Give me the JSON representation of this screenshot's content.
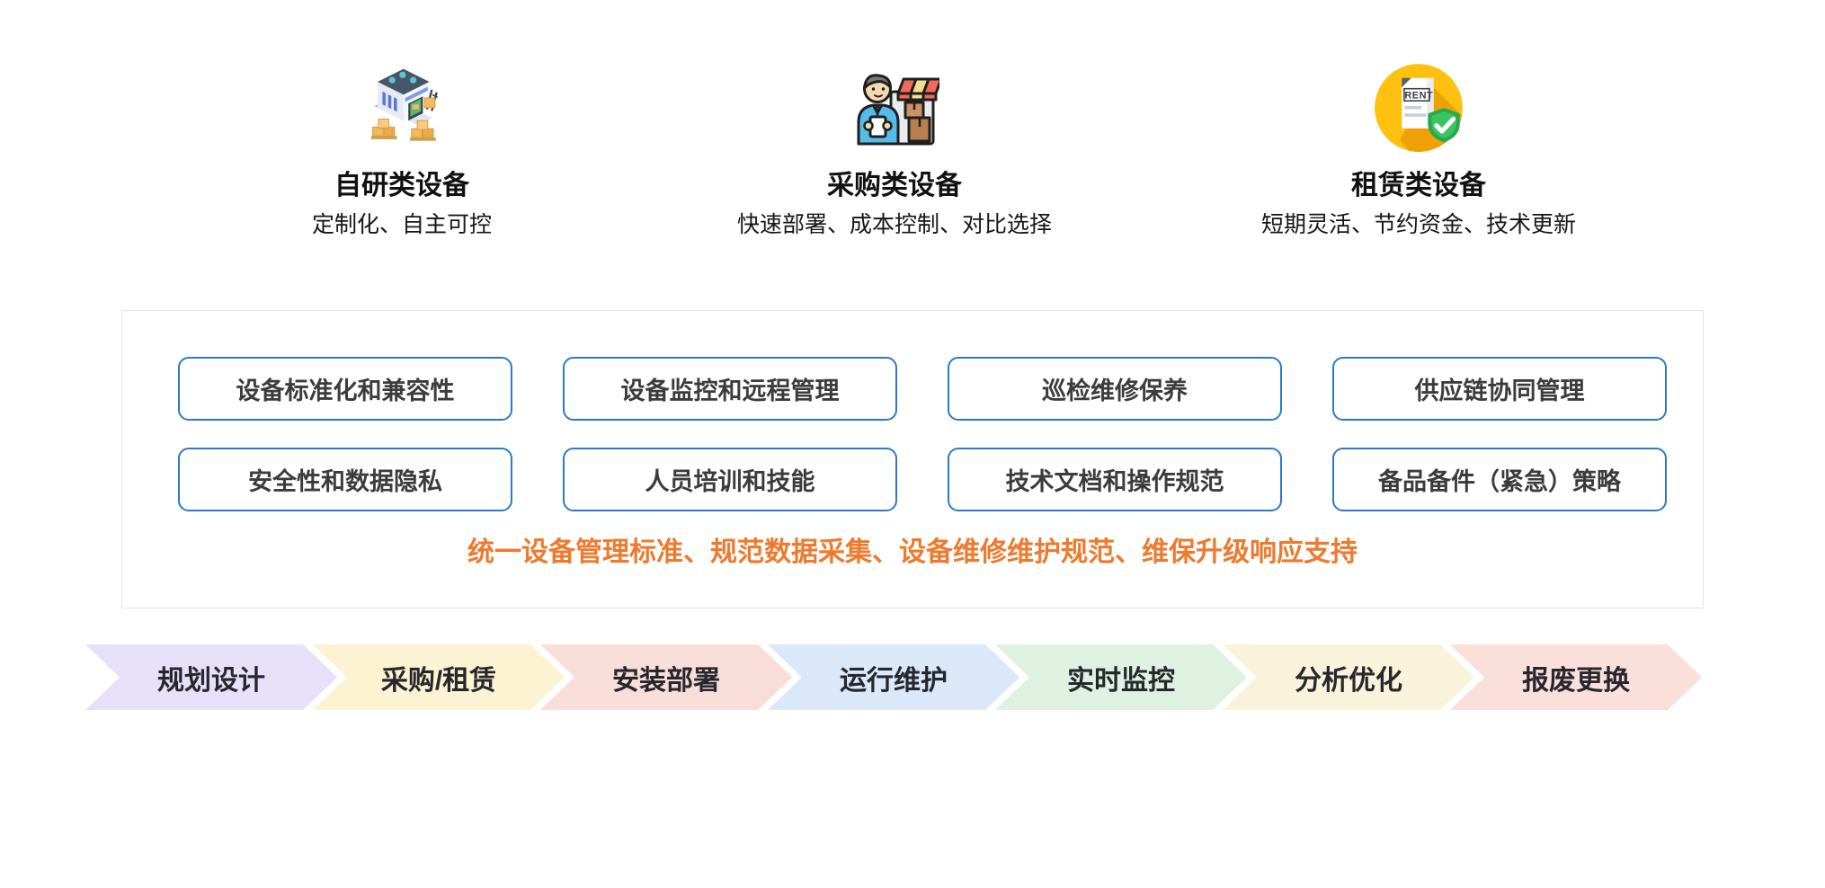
{
  "equipment_types": [
    {
      "icon": "warehouse-icon",
      "title": "自研类设备",
      "desc": "定制化、自主可控"
    },
    {
      "icon": "procurement-icon",
      "title": "采购类设备",
      "desc": "快速部署、成本控制、对比选择"
    },
    {
      "icon": "rent-badge-icon",
      "title": "租赁类设备",
      "desc": "短期灵活、节约资金、技术更新"
    }
  ],
  "management_panel": {
    "item_border_color": "#2e79c6",
    "items": [
      "设备标准化和兼容性",
      "设备监控和远程管理",
      "巡检维修保养",
      "供应链协同管理",
      "安全性和数据隐私",
      "人员培训和技能",
      "技术文档和操作规范",
      "备品备件（紧急）策略"
    ],
    "summary": "统一设备管理标准、规范数据采集、设备维修维护规范、维保升级响应支持",
    "summary_color": "#ed7a2d"
  },
  "lifecycle_flow": {
    "steps": [
      {
        "label": "规划设计",
        "color": "#e6e1f9"
      },
      {
        "label": "采购/租赁",
        "color": "#fcf3d2"
      },
      {
        "label": "安装部署",
        "color": "#f9ddd9"
      },
      {
        "label": "运行维护",
        "color": "#dbe8f9"
      },
      {
        "label": "实时监控",
        "color": "#dff2e2"
      },
      {
        "label": "分析优化",
        "color": "#f8f3da"
      },
      {
        "label": "报废更换",
        "color": "#fbdfdb"
      }
    ]
  }
}
